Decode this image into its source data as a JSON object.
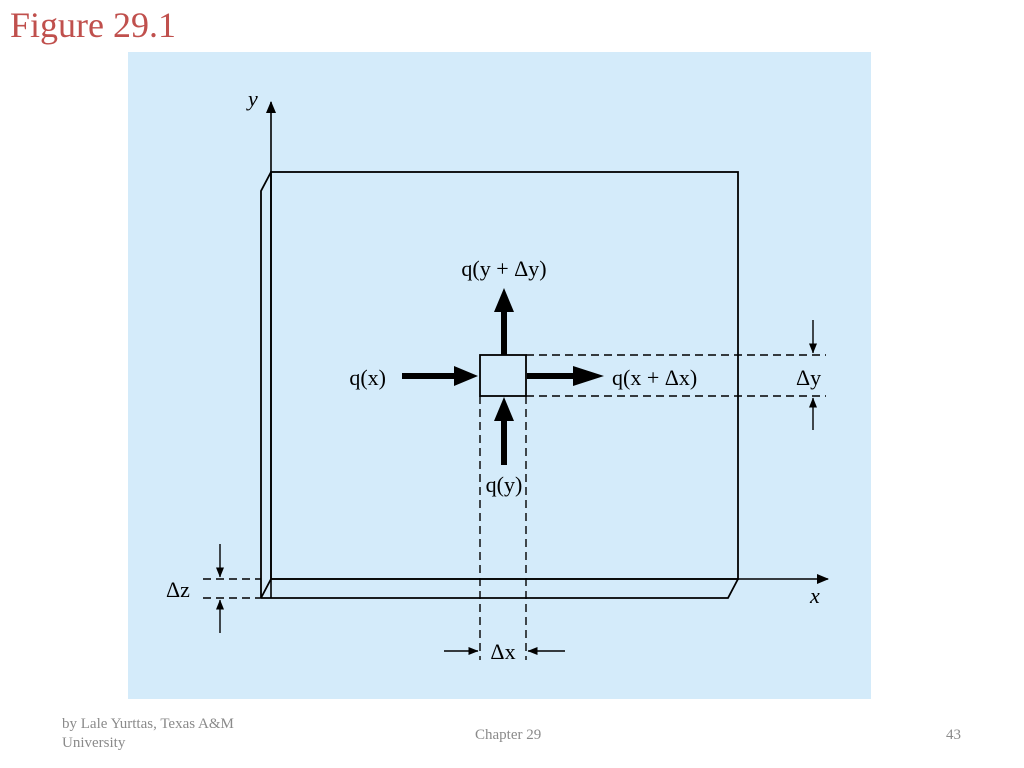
{
  "slide": {
    "title": "Figure 29.1"
  },
  "diagram": {
    "labels": {
      "y_axis": "y",
      "x_axis": "x",
      "q_y_plus": "q(y + Δy)",
      "q_x": "q(x)",
      "q_x_plus": "q(x + Δx)",
      "q_y": "q(y)",
      "delta_y": "Δy",
      "delta_z": "Δz",
      "delta_x": "Δx"
    },
    "colors": {
      "panel": "#d4ebfa",
      "ink": "#000000"
    }
  },
  "footer": {
    "author": "by Lale Yurttas, Texas A&M University",
    "chapter": "Chapter 29",
    "page": "43"
  }
}
